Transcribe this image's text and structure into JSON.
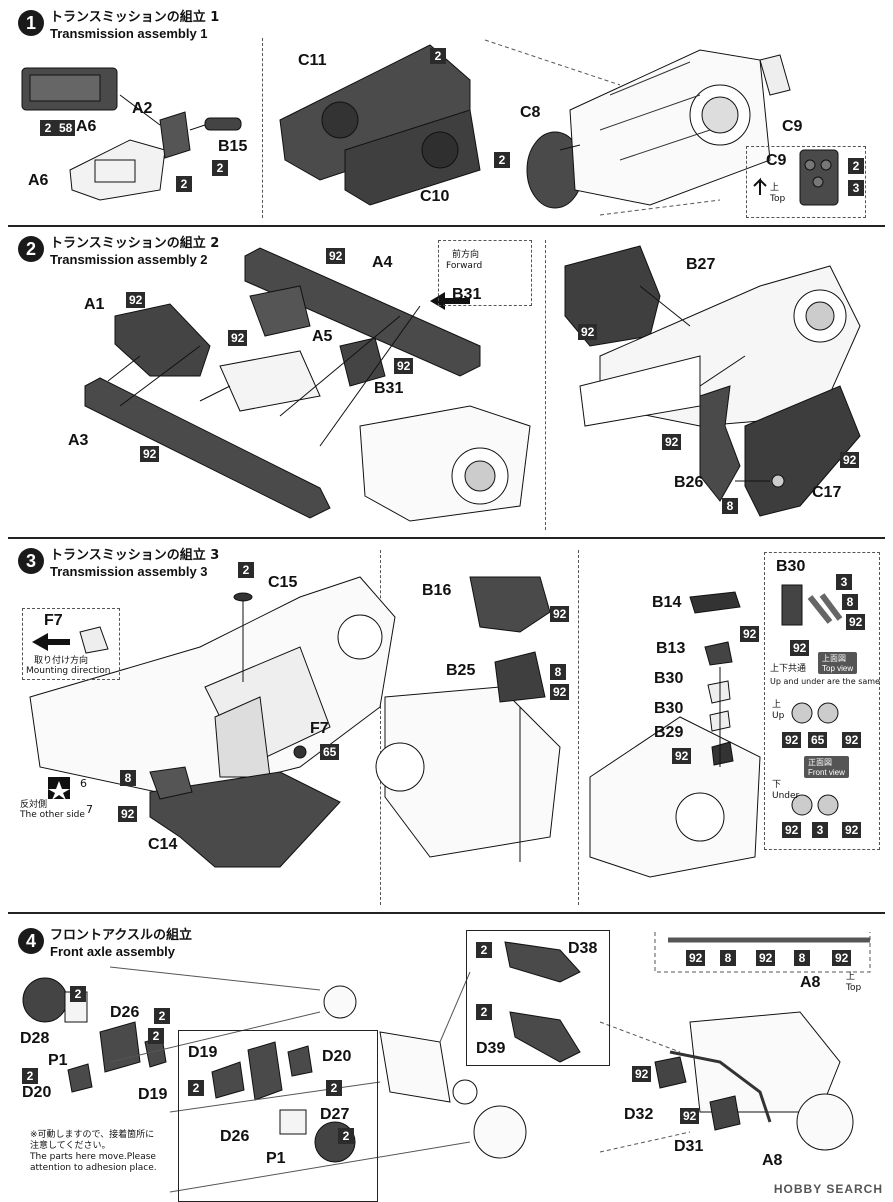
{
  "steps": [
    {
      "number": "1",
      "title_jp": "トランスミッションの組立 1",
      "title_en": "Transmission assembly 1"
    },
    {
      "number": "2",
      "title_jp": "トランスミッションの組立 2",
      "title_en": "Transmission assembly 2"
    },
    {
      "number": "3",
      "title_jp": "トランスミッションの組立 3",
      "title_en": "Transmission assembly 3"
    },
    {
      "number": "4",
      "title_jp": "フロントアクスルの組立",
      "title_en": "Front axle assembly"
    }
  ],
  "step1": {
    "parts": [
      "A6",
      "A2",
      "B15",
      "A6",
      "C11",
      "C10",
      "C8",
      "C9",
      "C9"
    ],
    "colors": [
      "2",
      "58",
      "2",
      "2",
      "2",
      "2",
      "2",
      "2",
      "3"
    ],
    "top_jp": "上",
    "top_en": "Top"
  },
  "step2": {
    "parts": [
      "A1",
      "A3",
      "A5",
      "A4",
      "B31",
      "B31",
      "B27",
      "B26",
      "C17"
    ],
    "colors": [
      "92",
      "92",
      "92",
      "92",
      "92",
      "92",
      "92",
      "8"
    ],
    "forward_jp": "前方向",
    "forward_en": "Forward"
  },
  "step3": {
    "parts": [
      "C15",
      "F7",
      "F7",
      "C14",
      "B16",
      "B25",
      "B14",
      "B13",
      "B30",
      "B30",
      "B30",
      "B29"
    ],
    "colors": [
      "2",
      "65",
      "8",
      "92",
      "92",
      "8",
      "92",
      "92",
      "92",
      "3",
      "8",
      "92",
      "92",
      "92",
      "65",
      "92",
      "92",
      "3",
      "92"
    ],
    "mount_jp": "取り付け方向",
    "mount_en": "Mounting direction",
    "decal_number": "6",
    "other_side_jp": "反対側",
    "other_side_en": "The other side",
    "other_side_number": "7",
    "same_jp": "上下共通",
    "same_en": "Up and under are the same",
    "top_view_jp": "上面図",
    "top_view_en": "Top view",
    "front_view_jp": "正面図",
    "front_view_en": "Front view",
    "up_jp": "上",
    "up_en": "Up",
    "under_jp": "下",
    "under_en": "Under"
  },
  "step4": {
    "parts": [
      "D28",
      "P1",
      "D26",
      "D19",
      "D20",
      "D19",
      "D20",
      "D26",
      "P1",
      "D27",
      "D38",
      "D39",
      "A8",
      "D32",
      "D31",
      "A8"
    ],
    "colors": [
      "2",
      "2",
      "2",
      "2",
      "2",
      "2",
      "2",
      "2",
      "2",
      "2",
      "92",
      "8",
      "92",
      "8",
      "92",
      "92",
      "92"
    ],
    "note_jp": "※可動しますので、接着箇所に注意してください。",
    "note_en": "The parts here move.Please attention to adhesion place.",
    "top_jp": "上",
    "top_en": "Top"
  },
  "watermark": "HOBBY SEARCH"
}
